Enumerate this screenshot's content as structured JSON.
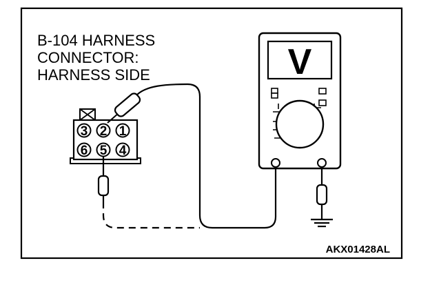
{
  "connector_label": {
    "lines": [
      "B-104 HARNESS",
      "CONNECTOR:",
      "HARNESS SIDE"
    ]
  },
  "connector": {
    "top_row_pins": [
      "3",
      "2",
      "1"
    ],
    "bottom_row_pins": [
      "6",
      "5",
      "4"
    ]
  },
  "meter": {
    "display_symbol": "V"
  },
  "figure_code": "AKX01428AL"
}
